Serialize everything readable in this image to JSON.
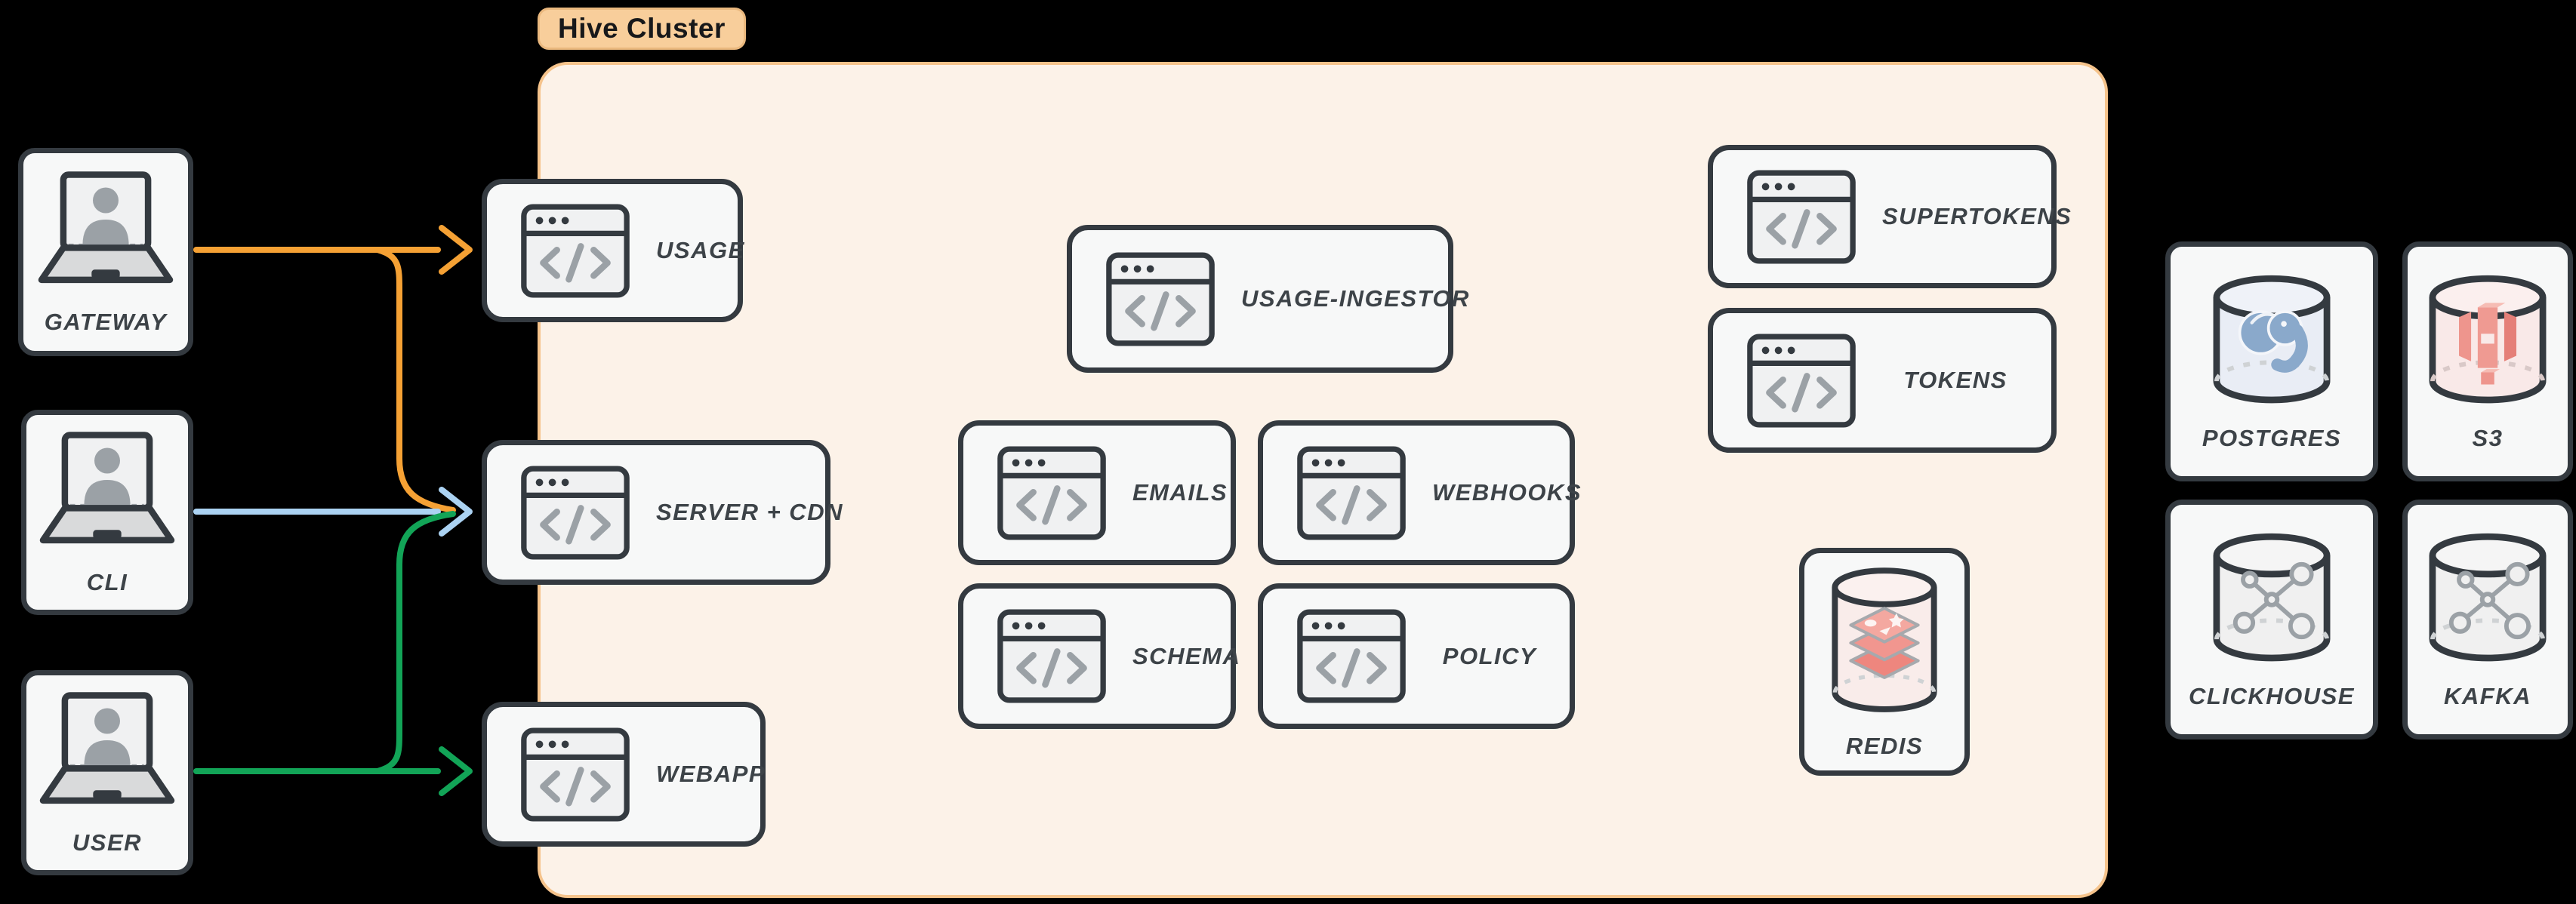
{
  "cluster": {
    "label": "Hive Cluster"
  },
  "clients": {
    "gateway": {
      "label": "GATEWAY"
    },
    "cli": {
      "label": "CLI"
    },
    "user": {
      "label": "USER"
    }
  },
  "services": {
    "usage": {
      "label": "USAGE"
    },
    "server_cdn": {
      "label": "SERVER + CDN"
    },
    "webapp": {
      "label": "WEBAPP"
    },
    "usage_ingestor": {
      "label": "USAGE-INGESTOR"
    },
    "emails": {
      "label": "EMAILS"
    },
    "webhooks": {
      "label": "WEBHOOKS"
    },
    "schema": {
      "label": "SCHEMA"
    },
    "policy": {
      "label": "POLICY"
    },
    "supertokens": {
      "label": "SUPERTOKENS"
    },
    "tokens": {
      "label": "TOKENS"
    }
  },
  "datastores": {
    "redis": {
      "label": "REDIS"
    },
    "postgres": {
      "label": "POSTGRES"
    },
    "s3": {
      "label": "S3"
    },
    "clickhouse": {
      "label": "CLICKHOUSE"
    },
    "kafka": {
      "label": "KAFKA"
    }
  },
  "edges": [
    {
      "from": "GATEWAY",
      "to": "USAGE",
      "color": "#f5a134"
    },
    {
      "from": "GATEWAY",
      "to": "SERVER + CDN",
      "color": "#f5a134"
    },
    {
      "from": "CLI",
      "to": "SERVER + CDN",
      "color": "#abd2f2"
    },
    {
      "from": "USER",
      "to": "SERVER + CDN",
      "color": "#12a457"
    },
    {
      "from": "USER",
      "to": "WEBAPP",
      "color": "#12a457"
    }
  ],
  "colors": {
    "background": "#000000",
    "cluster_fill": "#fcf2e8",
    "cluster_border": "#f5c38b",
    "badge_fill": "#f8ce9b",
    "node_fill": "#f7f8f8",
    "node_border": "#343a40",
    "label_text": "#3d4348",
    "edge_orange": "#f5a134",
    "edge_blue": "#abd2f2",
    "edge_green": "#12a457",
    "icon_gray": "#9ba1a6",
    "redis_red": "#f1968f",
    "postgres_blue": "#8aa9cb",
    "s3_red": "#ee958d"
  }
}
